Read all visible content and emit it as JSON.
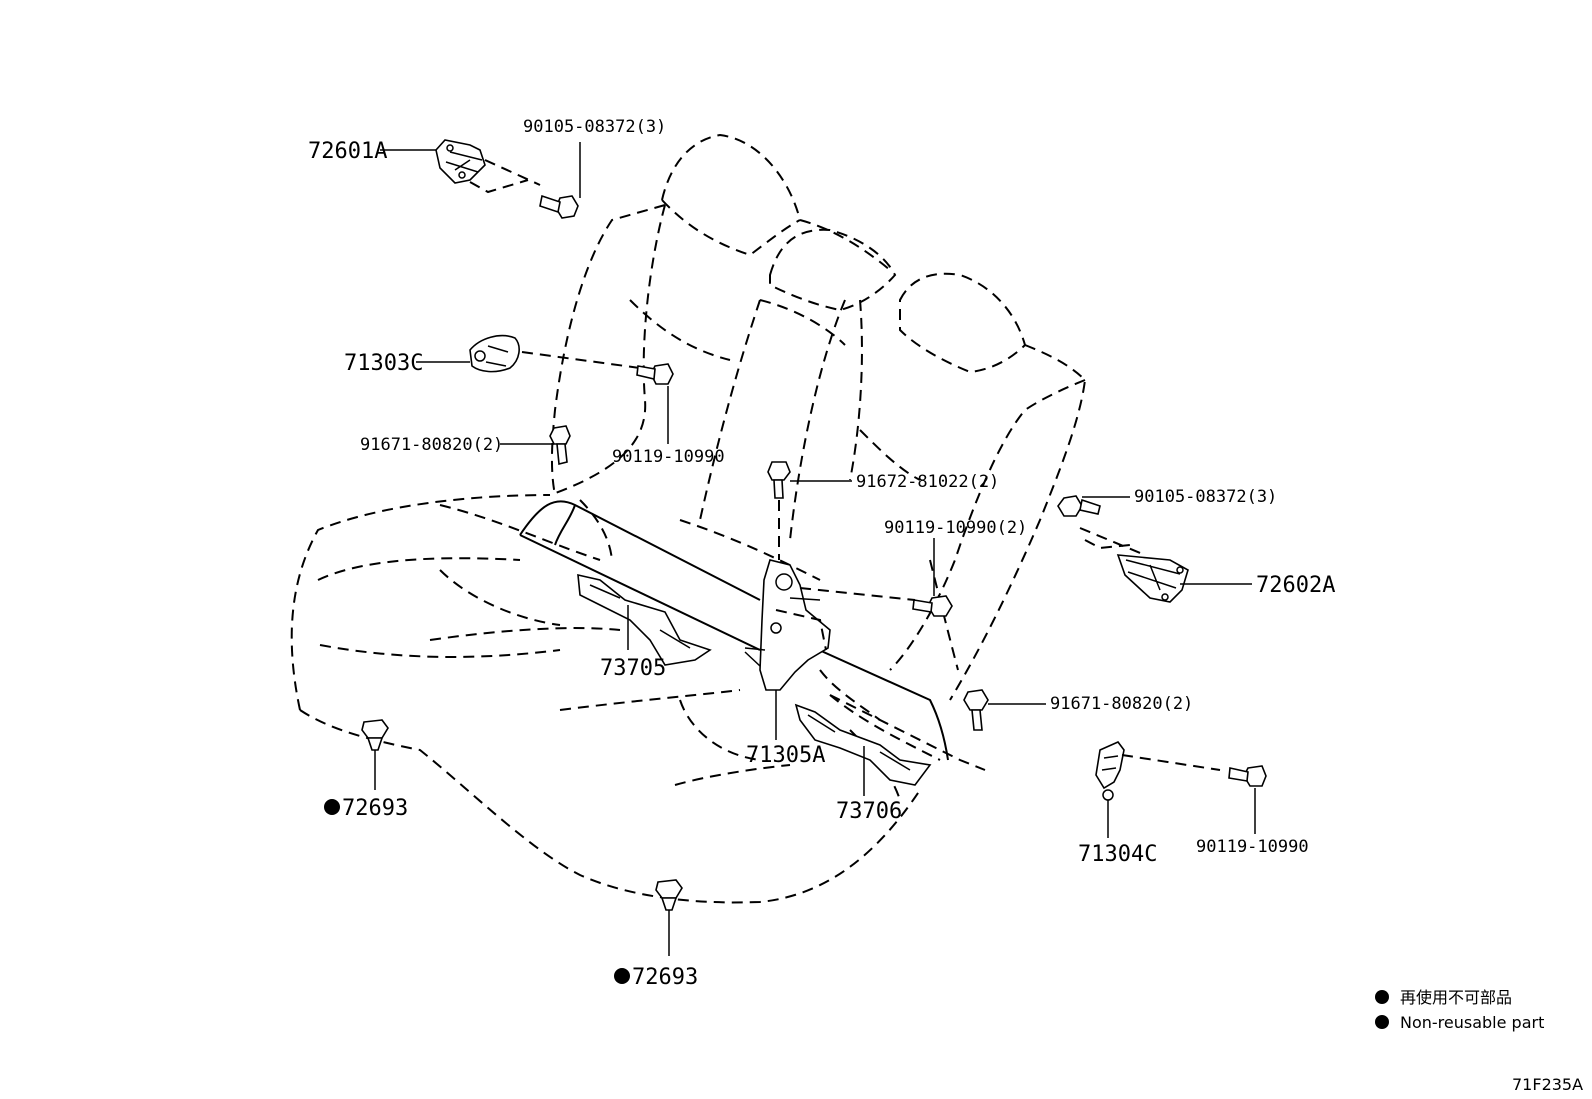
{
  "labels": {
    "p72601A": "72601A",
    "p90105_top": "90105-08372(3)",
    "p71303C": "71303C",
    "p91671_left": "91671-80820(2)",
    "p90119_left": "90119-10990",
    "p91672": "91672-81022(2)",
    "p90119_mid": "90119-10990(2)",
    "p90105_right": "90105-08372(3)",
    "p72602A": "72602A",
    "p73705": "73705",
    "p71305A": "71305A",
    "p91671_right": "91671-80820(2)",
    "p73706": "73706",
    "p71304C": "71304C",
    "p90119_right": "90119-10990",
    "p72693_left": "72693",
    "p72693_bottom": "72693"
  },
  "legend": {
    "line_jp": "再使用不可部品",
    "line_en": "Non-reusable part"
  },
  "diagram_code": "71F235A",
  "colors": {
    "ink": "#000000",
    "background": "#ffffff"
  }
}
